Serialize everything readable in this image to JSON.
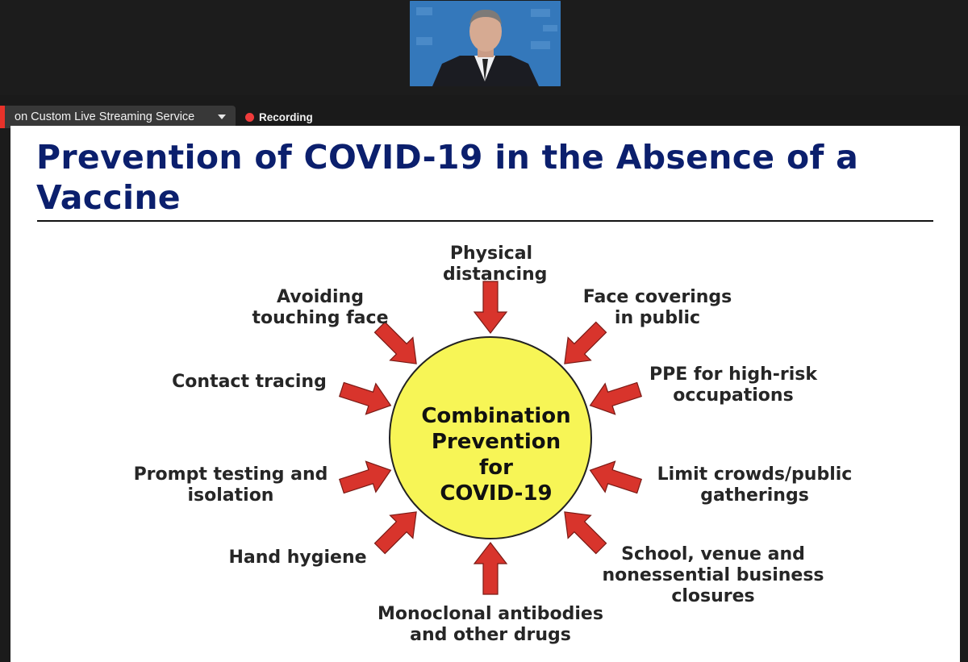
{
  "meeting": {
    "stream_select_label": "on Custom Live Streaming Service",
    "recording_label": "Recording"
  },
  "slide": {
    "title": "Prevention of COVID-19 in the Absence of a Vaccine",
    "center": [
      "Combination",
      "Prevention",
      "for",
      "COVID-19"
    ],
    "factors": {
      "physical": "Physical\ndistancing",
      "face_coverings": "Face coverings\nin public",
      "ppe": "PPE for high-risk\noccupations",
      "crowds": "Limit crowds/public\ngatherings",
      "closures": "School, venue and\nnonessential business\nclosures",
      "antibodies": "Monoclonal antibodies\nand other drugs",
      "hand": "Hand hygiene",
      "testing": "Prompt testing and\nisolation",
      "tracing": "Contact tracing",
      "touching": "Avoiding\ntouching face"
    }
  },
  "colors": {
    "title": "#0b1f6d",
    "circle_fill": "#f7f556",
    "arrow_fill": "#d8342c",
    "recording_dot": "#ef3b3b"
  }
}
